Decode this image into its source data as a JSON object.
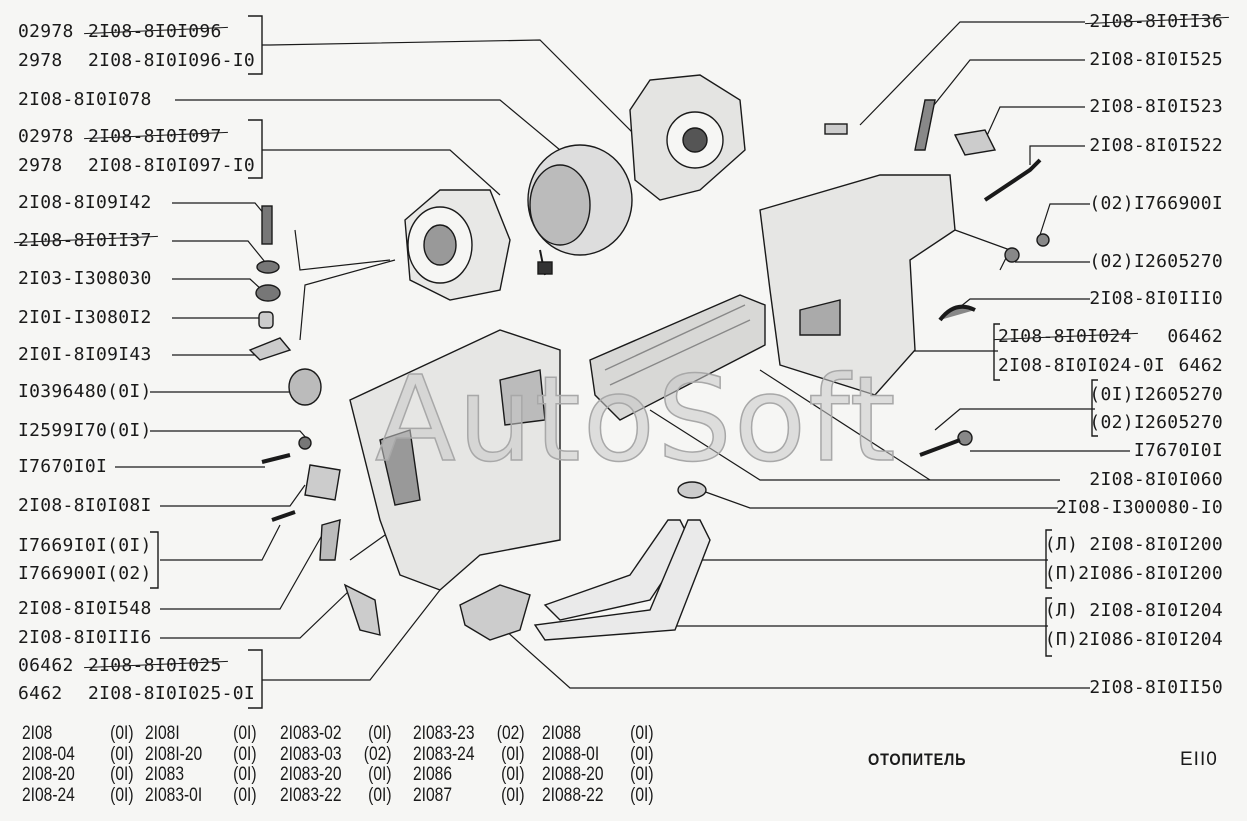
{
  "watermark": "AutoSoft",
  "title": "ОТОПИТЕЛЬ",
  "sheet_code": "EII0",
  "left_labels": [
    {
      "pre": "02978",
      "code": "2I08-8I0I096",
      "struck": true
    },
    {
      "pre": "2978",
      "code": "2I08-8I0I096-I0",
      "struck": false
    },
    {
      "pre": "",
      "code": "2I08-8I0I078",
      "struck": false
    },
    {
      "pre": "02978",
      "code": "2I08-8I0I097",
      "struck": true
    },
    {
      "pre": "2978",
      "code": "2I08-8I0I097-I0",
      "struck": false
    },
    {
      "pre": "",
      "code": "2I08-8I09I42",
      "struck": false
    },
    {
      "pre": "",
      "code": "2I08-8I0II37",
      "struck": true
    },
    {
      "pre": "",
      "code": "2I03-I308030",
      "struck": false
    },
    {
      "pre": "",
      "code": "2I0I-I3080I2",
      "struck": false
    },
    {
      "pre": "",
      "code": "2I0I-8I09I43",
      "struck": false
    },
    {
      "pre": "",
      "code": "I0396480(0I)",
      "struck": false
    },
    {
      "pre": "",
      "code": "I2599I70(0I)",
      "struck": false
    },
    {
      "pre": "",
      "code": "I7670I0I",
      "struck": false
    },
    {
      "pre": "",
      "code": "2I08-8I0I08I",
      "struck": false
    },
    {
      "pre": "",
      "code": "I7669I0I(0I)",
      "struck": false
    },
    {
      "pre": "",
      "code": "I766900I(02)",
      "struck": false
    },
    {
      "pre": "",
      "code": "2I08-8I0I548",
      "struck": false
    },
    {
      "pre": "",
      "code": "2I08-8I0III6",
      "struck": false
    },
    {
      "pre": "06462",
      "code": "2I08-8I0I025",
      "struck": true
    },
    {
      "pre": "6462",
      "code": "2I08-8I0I025-0I",
      "struck": false
    }
  ],
  "right_labels": [
    {
      "code": "2I08-8I0II36",
      "post": "",
      "struck": true
    },
    {
      "code": "2I08-8I0I525",
      "post": "",
      "struck": false
    },
    {
      "code": "2I08-8I0I523",
      "post": "",
      "struck": false
    },
    {
      "code": "2I08-8I0I522",
      "post": "",
      "struck": false
    },
    {
      "code": "(02)I766900I",
      "post": "",
      "struck": false
    },
    {
      "code": "(02)I2605270",
      "post": "",
      "struck": false
    },
    {
      "code": "2I08-8I0III0",
      "post": "",
      "struck": false
    },
    {
      "code": "2I08-8I0I024",
      "post": "06462",
      "struck": true
    },
    {
      "code": "2I08-8I0I024-0I",
      "post": "6462",
      "struck": false
    },
    {
      "code": "(0I)I2605270",
      "post": "",
      "struck": false
    },
    {
      "code": "(02)I2605270",
      "post": "",
      "struck": false
    },
    {
      "code": "I7670I0I",
      "post": "",
      "struck": false
    },
    {
      "code": "2I08-8I0I060",
      "post": "",
      "struck": false
    },
    {
      "code": "2I08-I300080-I0",
      "post": "",
      "struck": false
    },
    {
      "code": "(Л) 2I08-8I0I200",
      "post": "",
      "struck": false
    },
    {
      "code": "(П)2I086-8I0I200",
      "post": "",
      "struck": false
    },
    {
      "code": "(Л) 2I08-8I0I204",
      "post": "",
      "struck": false
    },
    {
      "code": "(П)2I086-8I0I204",
      "post": "",
      "struck": false
    },
    {
      "code": "2I08-8I0II50",
      "post": "",
      "struck": false
    }
  ],
  "applicability": [
    [
      {
        "model": "2I08",
        "qty": "(0I)"
      },
      {
        "model": "2I08-04",
        "qty": "(0I)"
      },
      {
        "model": "2I08-20",
        "qty": "(0I)"
      },
      {
        "model": "2I08-24",
        "qty": "(0I)"
      }
    ],
    [
      {
        "model": "2I08I",
        "qty": "(0I)"
      },
      {
        "model": "2I08I-20",
        "qty": "(0I)"
      },
      {
        "model": "2I083",
        "qty": "(0I)"
      },
      {
        "model": "2I083-0I",
        "qty": "(0I)"
      }
    ],
    [
      {
        "model": "2I083-02",
        "qty": "(0I)"
      },
      {
        "model": "2I083-03",
        "qty": "(02)"
      },
      {
        "model": "2I083-20",
        "qty": "(0I)"
      },
      {
        "model": "2I083-22",
        "qty": "(0I)"
      }
    ],
    [
      {
        "model": "2I083-23",
        "qty": "(02)"
      },
      {
        "model": "2I083-24",
        "qty": "(0I)"
      },
      {
        "model": "2I086",
        "qty": "(0I)"
      },
      {
        "model": "2I087",
        "qty": "(0I)"
      }
    ],
    [
      {
        "model": "2I088",
        "qty": "(0I)"
      },
      {
        "model": "2I088-0I",
        "qty": "(0I)"
      },
      {
        "model": "2I088-20",
        "qty": "(0I)"
      },
      {
        "model": "2I088-22",
        "qty": "(0I)"
      }
    ]
  ]
}
